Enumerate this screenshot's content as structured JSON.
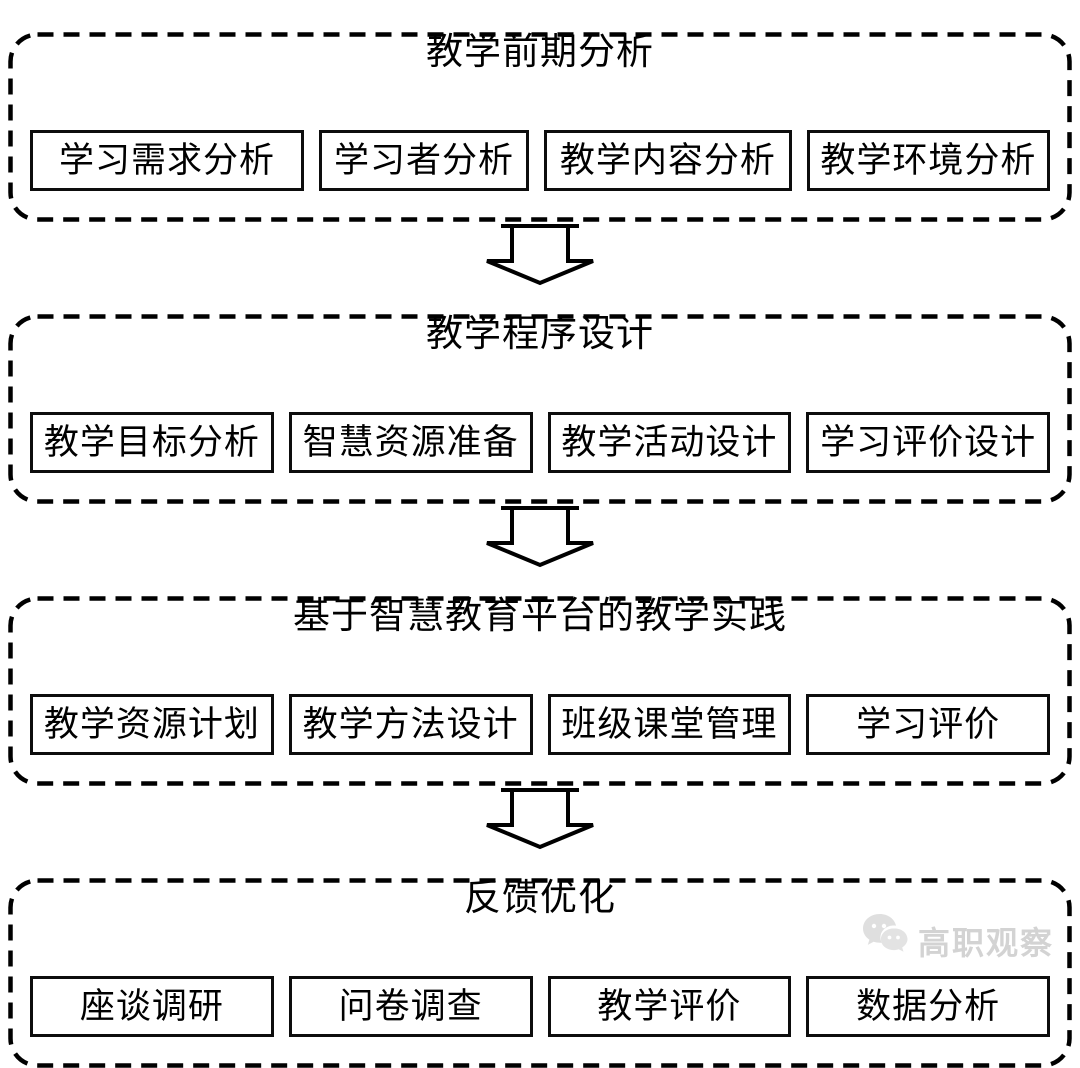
{
  "diagram": {
    "sections": [
      {
        "title": "教学前期分析",
        "boxes": [
          "学习需求分析",
          "学习者分析",
          "教学内容分析",
          "教学环境分析"
        ]
      },
      {
        "title": "教学程序设计",
        "boxes": [
          "教学目标分析",
          "智慧资源准备",
          "教学活动设计",
          "学习评价设计"
        ]
      },
      {
        "title": "基于智慧教育平台的教学实践",
        "boxes": [
          "教学资源计划",
          "教学方法设计",
          "班级课堂管理",
          "学习评价"
        ]
      },
      {
        "title": "反馈优化",
        "boxes": [
          "座谈调研",
          "问卷调查",
          "教学评价",
          "数据分析"
        ]
      }
    ],
    "arrows": {
      "count": 3,
      "icon": "hollow-down-block-arrow"
    },
    "colors": {
      "line": "#000000",
      "background": "#ffffff",
      "watermark": "#c3c3c3"
    },
    "watermark": {
      "icon": "chat-bubbles-icon",
      "text": "高职观察"
    }
  }
}
